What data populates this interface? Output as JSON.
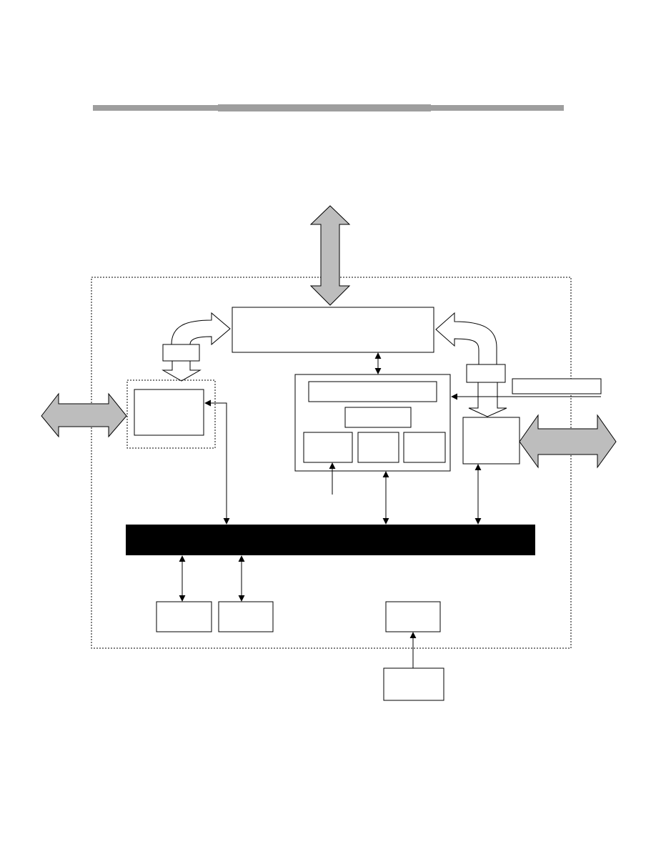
{
  "page": {
    "title_rule_color": "#9e9e9e"
  },
  "diagram": {
    "colors": {
      "stroke": "#000000",
      "block_fill": "#ffffff",
      "bus_fill": "#000000",
      "external_arrow_fill": "#bdbdbd",
      "dashed_border": "#000000"
    },
    "blocks": [
      {
        "id": "top-controller-block",
        "label": ""
      },
      {
        "id": "left-inner-block",
        "label": ""
      },
      {
        "id": "center-outer-block",
        "label": ""
      },
      {
        "id": "center-top-row-block",
        "label": ""
      },
      {
        "id": "center-middle-block",
        "label": ""
      },
      {
        "id": "center-bottom-left-block",
        "label": ""
      },
      {
        "id": "center-bottom-mid-block",
        "label": ""
      },
      {
        "id": "center-bottom-right-block",
        "label": ""
      },
      {
        "id": "right-block",
        "label": ""
      },
      {
        "id": "right-label-block",
        "label": ""
      },
      {
        "id": "small-left-block",
        "label": ""
      },
      {
        "id": "small-right-block",
        "label": ""
      },
      {
        "id": "bottom-block-1",
        "label": ""
      },
      {
        "id": "bottom-block-2",
        "label": ""
      },
      {
        "id": "bottom-block-3",
        "label": ""
      },
      {
        "id": "external-bottom-block",
        "label": ""
      }
    ],
    "bus": {
      "label": ""
    },
    "external_arrows": [
      {
        "id": "top-external-arrow",
        "icon": "double-vertical-arrow-icon"
      },
      {
        "id": "left-external-arrow",
        "icon": "double-horizontal-arrow-icon"
      },
      {
        "id": "right-external-arrow",
        "icon": "double-horizontal-arrow-icon"
      }
    ]
  }
}
